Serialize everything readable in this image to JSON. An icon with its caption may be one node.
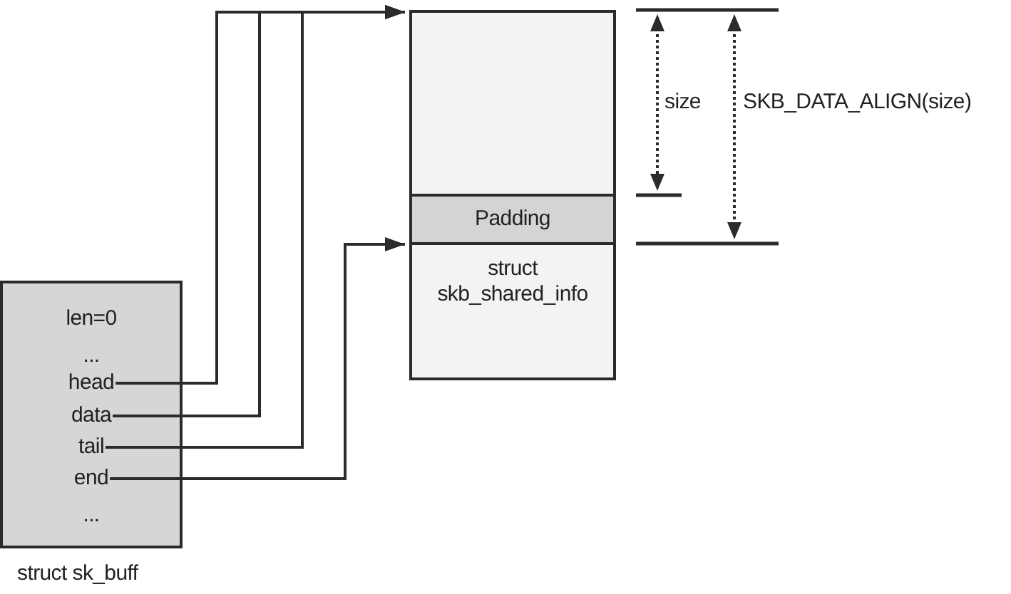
{
  "diagram": {
    "nodes": [
      {
        "text": [
          "len=0",
          "...",
          "..."
        ],
        "beside": [
          "struct sk_buff"
        ]
      },
      {
        "text": [
          "head"
        ],
        "in": 0
      },
      {
        "text": [
          "data"
        ],
        "in": 0
      },
      {
        "text": [
          "tail"
        ],
        "in": 0
      },
      {
        "text": [
          "end"
        ],
        "in": 0
      },
      {
        "text": [],
        "shape": "box"
      },
      {
        "text": [
          "Padding"
        ]
      },
      {
        "text": [
          "struct skb_shared_info"
        ]
      }
    ],
    "edges": [
      {
        "from": 1,
        "to": 5,
        "arrow": "to"
      },
      {
        "from": 2,
        "to": 5,
        "arrow": "to"
      },
      {
        "from": 3,
        "to": 5,
        "arrow": "to"
      },
      {
        "from": 4,
        "to": 7,
        "arrow": "to"
      }
    ],
    "labels": [
      "size",
      "SKB_DATA_ALIGN(size)"
    ]
  }
}
